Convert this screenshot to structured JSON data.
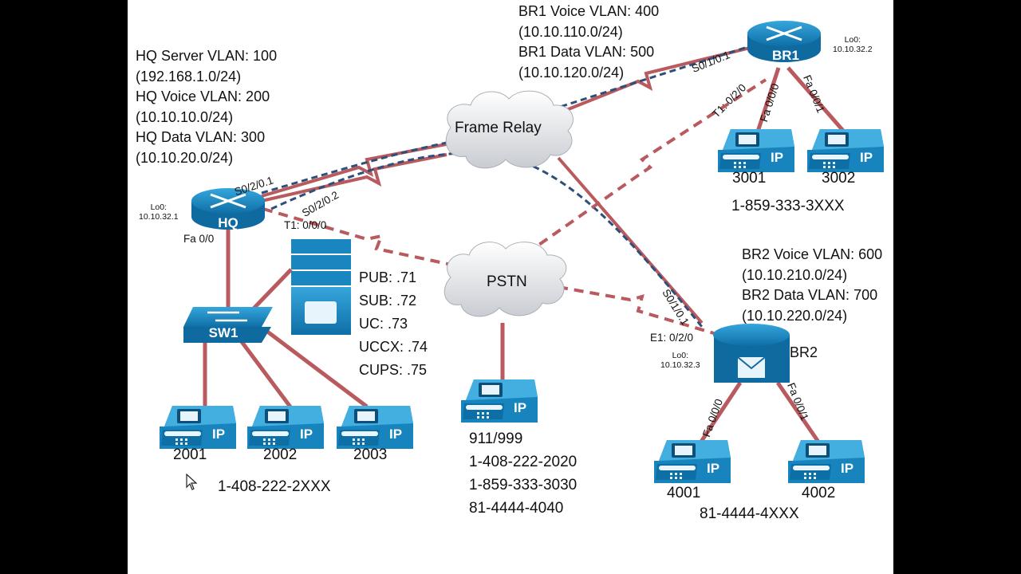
{
  "hq": {
    "vlans": [
      "HQ Server VLAN: 100",
      "(192.168.1.0/24)",
      "HQ Voice VLAN: 200",
      "(10.10.10.0/24)",
      "HQ Data VLAN: 300",
      "(10.10.20.0/24)"
    ],
    "name": "HQ",
    "lo_label": "Lo0:",
    "lo_ip": "10.10.32.1",
    "port_fa": "Fa 0/0",
    "port_s021": "S0/2/0.1",
    "port_s022": "S0/2/0.2",
    "port_t1": "T1: 0/0/0"
  },
  "sw1": {
    "name": "SW1"
  },
  "servers": [
    "PUB: .71",
    "SUB: .72",
    "UC: .73",
    "UCCX: .74",
    "CUPS: .75"
  ],
  "hq_phones": [
    "2001",
    "2002",
    "2003"
  ],
  "hq_range": "1-408-222-2XXX",
  "frame_relay": "Frame Relay",
  "pstn": {
    "name": "PSTN",
    "numbers": [
      "911/999",
      "1-408-222-2020",
      "1-859-333-3030",
      "81-4444-4040"
    ]
  },
  "br1": {
    "vlans": [
      "BR1 Voice VLAN: 400",
      "(10.10.110.0/24)",
      "BR1 Data VLAN: 500",
      "(10.10.120.0/24)"
    ],
    "name": "BR1",
    "lo_label": "Lo0:",
    "lo_ip": "10.10.32.2",
    "port_s": "S0/1/0.1",
    "port_t1": "T1: 0/2/0",
    "port_fa0": "Fa 0/0/0",
    "port_fa1": "Fa 0/0/1",
    "phones": [
      "3001",
      "3002"
    ],
    "range": "1-859-333-3XXX"
  },
  "br2": {
    "vlans": [
      "BR2 Voice VLAN: 600",
      "(10.10.210.0/24)",
      "BR2 Data VLAN: 700",
      "(10.10.220.0/24)"
    ],
    "name": "BR2",
    "lo_label": "Lo0:",
    "lo_ip": "10.10.32.3",
    "port_s": "S0/1/0.1",
    "port_e1": "E1: 0/2/0",
    "port_fa0": "Fa 0/0/0",
    "port_fa1": "Fa 0/0/1",
    "phones": [
      "4001",
      "4002"
    ],
    "range": "81-4444-4XXX"
  },
  "phone_badge": "IP",
  "colors": {
    "link_red": "#b85a5e",
    "pvc_blue": "#2e4f7a",
    "device_blue": "#1a86bf",
    "device_dark": "#0f6a9c"
  }
}
